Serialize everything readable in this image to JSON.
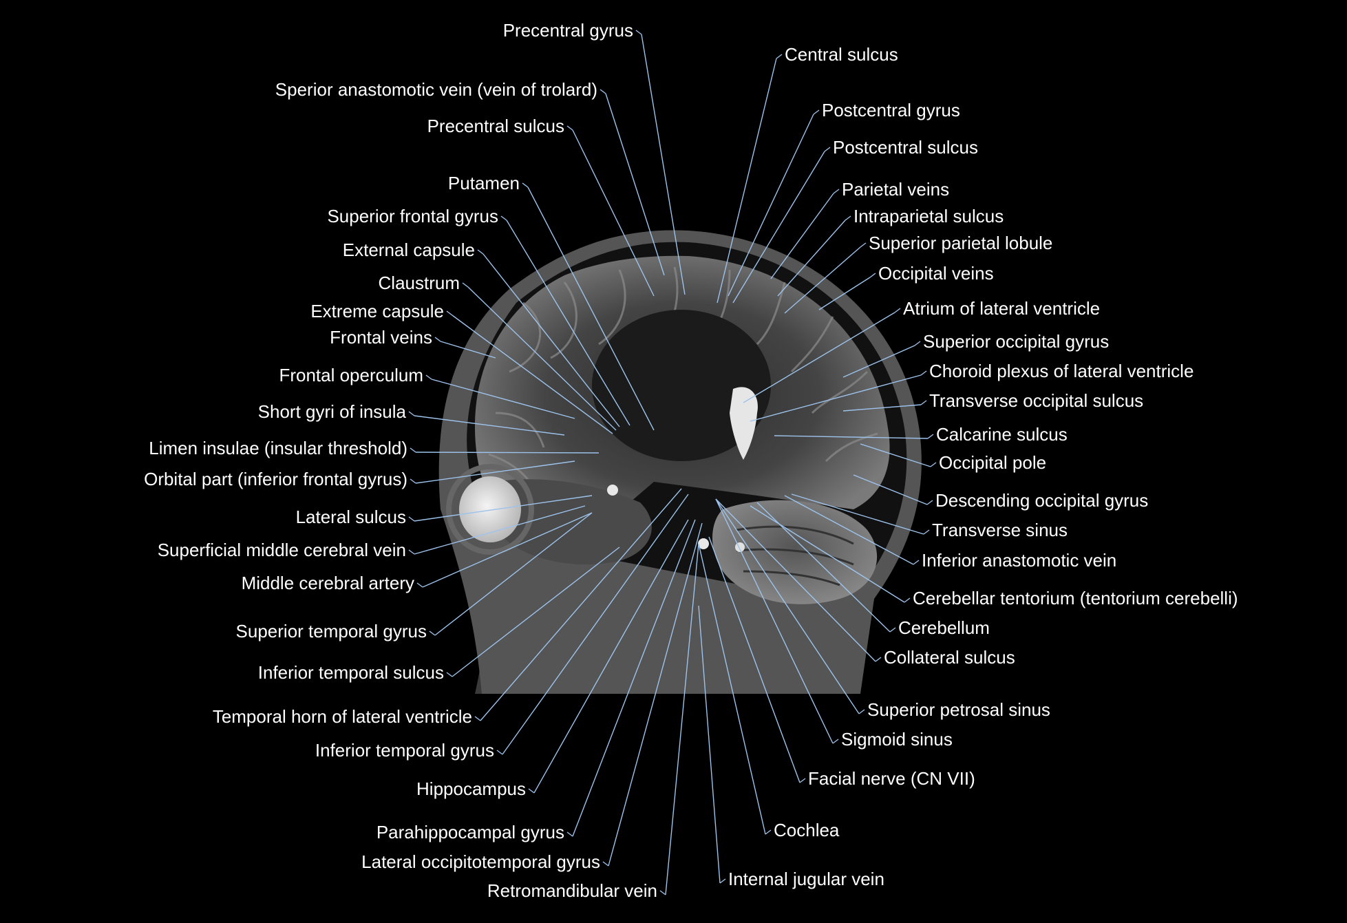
{
  "colors": {
    "background": "#000000",
    "label_text": "#ffffff",
    "leader_line": "#9dc3ec"
  },
  "image": {
    "semantic": "sagittal-t2-mri-brain-slice"
  },
  "labels_left": [
    "Precentral gyrus",
    "Sperior anastomotic vein (vein of trolard)",
    "Precentral sulcus",
    "Putamen",
    "Superior frontal gyrus",
    "External capsule",
    "Claustrum",
    "Extreme capsule",
    "Frontal veins",
    "Frontal operculum",
    "Short gyri of insula",
    "Limen insulae (insular threshold)",
    "Orbital part (inferior frontal gyrus)",
    "Lateral sulcus",
    "Superficial middle cerebral vein",
    "Middle cerebral artery",
    "Superior temporal gyrus",
    "Inferior temporal sulcus",
    "Temporal horn of lateral ventricle",
    "Inferior temporal gyrus",
    "Hippocampus",
    "Parahippocampal gyrus",
    "Lateral occipitotemporal gyrus",
    "Retromandibular vein"
  ],
  "labels_right": [
    "Central sulcus",
    "Postcentral gyrus",
    "Postcentral sulcus",
    "Parietal veins",
    "Intraparietal sulcus",
    "Superior parietal lobule",
    "Occipital veins",
    "Atrium of lateral ventricle",
    "Superior occipital gyrus",
    "Choroid plexus of lateral ventricle",
    "Transverse occipital sulcus",
    "Calcarine sulcus",
    "Occipital pole",
    "Descending occipital gyrus",
    "Transverse sinus",
    "Inferior anastomotic vein",
    "Cerebellar tentorium (tentorium cerebelli)",
    "Cerebellum",
    "Collateral sulcus",
    "Superior petrosal sinus",
    "Sigmoid sinus",
    "Facial nerve (CN VII)",
    "Cochlea",
    "Internal jugular vein"
  ]
}
